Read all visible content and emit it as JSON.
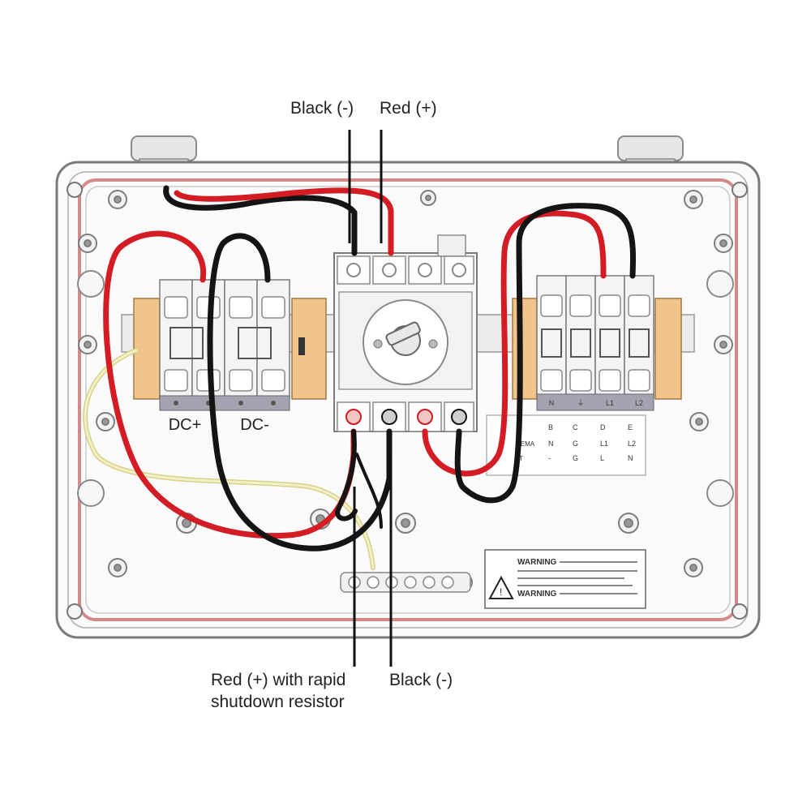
{
  "callouts": {
    "top_black": "Black (-)",
    "top_red": "Red (+)",
    "bottom_red_line1": "Red (+) with rapid",
    "bottom_red_line2": "shutdown resistor",
    "bottom_black": "Black (-)"
  },
  "terminal_labels": {
    "dc_plus": "DC+",
    "dc_minus": "DC-"
  },
  "right_block_markings": [
    "N",
    "⏚",
    "L1",
    "L2"
  ],
  "terminal_table": {
    "header": [
      "B",
      "C",
      "D",
      "E"
    ],
    "row1_label": "NEMA",
    "row1": [
      "N",
      "G",
      "L1",
      "L2"
    ],
    "row2_label": "T",
    "row2": [
      "-",
      "G",
      "L",
      "N"
    ]
  },
  "warning_label": {
    "line1": "WARNING",
    "line2": "WARNING"
  },
  "colors": {
    "enclosure_outline": "#7a7a7a",
    "gasket": "#d48a8a",
    "red_wire": "#d41c24",
    "black_wire": "#141414",
    "ground_wire": "#e3e0a0",
    "terminal_orange": "#f1c58a"
  }
}
